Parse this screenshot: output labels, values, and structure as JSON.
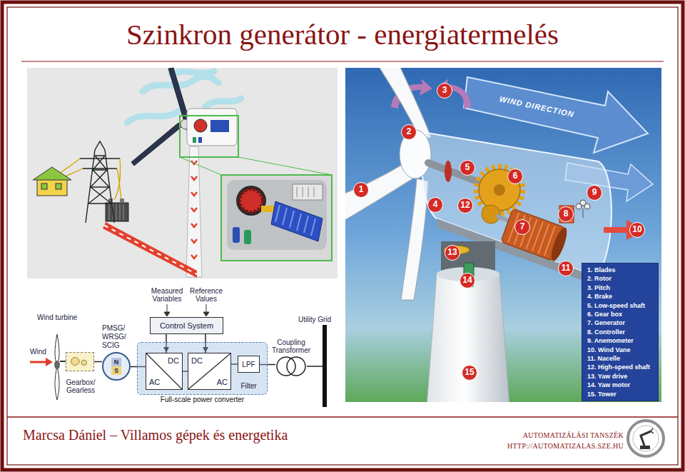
{
  "diagram": {
    "title": "Szinkron generátor - energiatermelés",
    "nodes": [
      {
        "text": [
          "1. Blades",
          "2. Rotor",
          "3. Pitch",
          "4. Brake",
          "5. Low-speed shaft",
          "6. Gear box",
          "7. Generator",
          "8. Controller",
          "9. Anemometer",
          "10. Wind Vane",
          "11. Nacelle",
          "12. High-speed shaft",
          "13. Yaw drive",
          "14. Yaw motor",
          "15. Tower"
        ]
      },
      {
        "text": [
          "Gearbox/ Gearless"
        ]
      },
      {
        "text": [
          "PMSG/ WRSG/ SCIG",
          "N",
          "S"
        ]
      },
      {
        "text": [
          "Control System"
        ]
      },
      {
        "text": [
          "Full-scale power converter"
        ]
      },
      {
        "text": [
          "DC",
          "AC"
        ],
        "in": 4
      },
      {
        "text": [
          "DC",
          "AC"
        ],
        "in": 4
      },
      {
        "text": [
          "LPF",
          "Filter"
        ],
        "in": 4
      },
      {
        "text": [
          "Coupling Transformer"
        ]
      },
      {
        "text": [
          "Utility Grid"
        ]
      }
    ],
    "edges": [
      {
        "from": 1,
        "to": 2,
        "arrow": "none"
      },
      {
        "from": 2,
        "to": 5,
        "arrow": "none"
      },
      {
        "from": 3,
        "to": 5,
        "arrow": "to"
      },
      {
        "from": 3,
        "to": 6,
        "arrow": "to"
      },
      {
        "from": 5,
        "to": 6,
        "arrow": "none"
      },
      {
        "from": 6,
        "to": 7,
        "arrow": "none"
      },
      {
        "from": 7,
        "to": 8,
        "arrow": "none"
      },
      {
        "from": 8,
        "to": 9,
        "arrow": "none"
      }
    ],
    "labels": [
      "WIND DIRECTION",
      "1",
      "2",
      "3",
      "4",
      "5",
      "6",
      "7",
      "8",
      "9",
      "10",
      "11",
      "12",
      "13",
      "14",
      "15",
      "Wind turbine",
      "Wind",
      "Measured Variables",
      "Reference Values",
      "Marcsa Dániel – Villamos gépek és energetika",
      "AUTOMATIZÁLÁSI TANSZÉK",
      "HTTP://AUTOMATIZALAS.SZE.HU"
    ]
  }
}
